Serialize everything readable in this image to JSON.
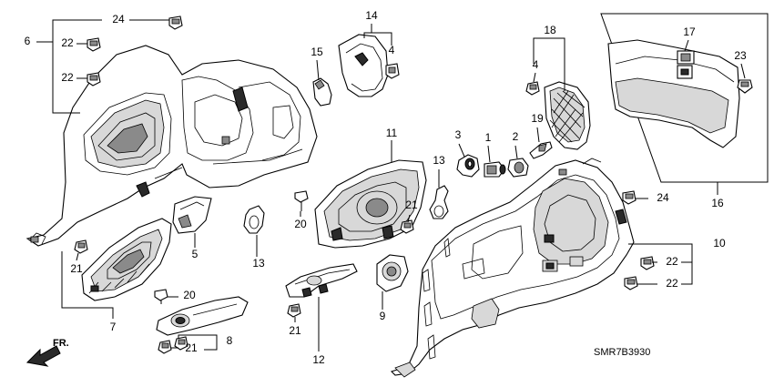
{
  "diagram": {
    "code": "SMR7B3930",
    "direction_label": "FR.",
    "callouts": [
      {
        "id": "c24a",
        "text": "24"
      },
      {
        "id": "c6",
        "text": "6"
      },
      {
        "id": "c22a",
        "text": "22"
      },
      {
        "id": "c22b",
        "text": "22"
      },
      {
        "id": "c14",
        "text": "14"
      },
      {
        "id": "c4a",
        "text": "4"
      },
      {
        "id": "c15",
        "text": "15"
      },
      {
        "id": "c18",
        "text": "18"
      },
      {
        "id": "c4b",
        "text": "4"
      },
      {
        "id": "c17",
        "text": "17"
      },
      {
        "id": "c23",
        "text": "23"
      },
      {
        "id": "c19",
        "text": "19"
      },
      {
        "id": "c3",
        "text": "3"
      },
      {
        "id": "c1",
        "text": "1"
      },
      {
        "id": "c2",
        "text": "2"
      },
      {
        "id": "c11",
        "text": "11"
      },
      {
        "id": "c13a",
        "text": "13"
      },
      {
        "id": "c21a",
        "text": "21"
      },
      {
        "id": "c20a",
        "text": "20"
      },
      {
        "id": "c5",
        "text": "5"
      },
      {
        "id": "c13b",
        "text": "13"
      },
      {
        "id": "c16",
        "text": "16"
      },
      {
        "id": "c24b",
        "text": "24"
      },
      {
        "id": "c10",
        "text": "10"
      },
      {
        "id": "c22c",
        "text": "22"
      },
      {
        "id": "c22d",
        "text": "22"
      },
      {
        "id": "c21b",
        "text": "21"
      },
      {
        "id": "c20b",
        "text": "20"
      },
      {
        "id": "c7",
        "text": "7"
      },
      {
        "id": "c9",
        "text": "9"
      },
      {
        "id": "c21c",
        "text": "21"
      },
      {
        "id": "c12",
        "text": "12"
      },
      {
        "id": "c8",
        "text": "8"
      },
      {
        "id": "c21d",
        "text": "21"
      }
    ]
  }
}
